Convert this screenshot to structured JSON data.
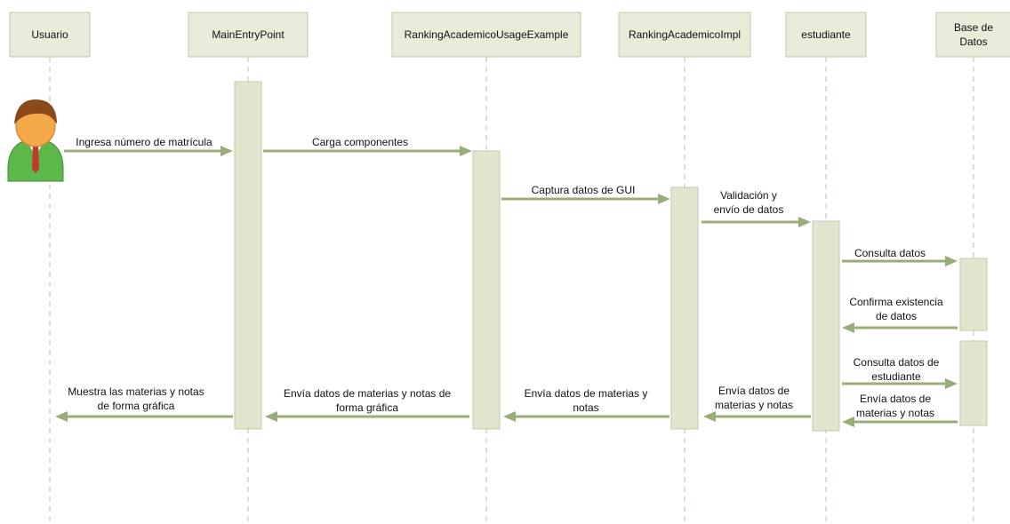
{
  "participants": [
    {
      "id": "usuario",
      "lines": [
        "Usuario"
      ]
    },
    {
      "id": "main-entry-point",
      "lines": [
        "MainEntryPoint"
      ]
    },
    {
      "id": "ranking-usage-example",
      "lines": [
        "RankingAcademicoUsageExample"
      ]
    },
    {
      "id": "ranking-impl",
      "lines": [
        "RankingAcademicoImpl"
      ]
    },
    {
      "id": "estudiante",
      "lines": [
        "estudiante"
      ]
    },
    {
      "id": "base-de-datos",
      "lines": [
        "Base de",
        "Datos"
      ]
    }
  ],
  "actor": {
    "participant": "usuario",
    "icon": "user-person-icon",
    "colors": {
      "skin": "#f5a84a",
      "hair": "#8a4a1a",
      "shirt": "#5cb84a",
      "tie": "#c0392b"
    }
  },
  "messages": [
    {
      "from": "usuario",
      "to": "main-entry-point",
      "lines": [
        "Ingresa número de matrícula"
      ]
    },
    {
      "from": "main-entry-point",
      "to": "ranking-usage-example",
      "lines": [
        "Carga componentes"
      ]
    },
    {
      "from": "ranking-usage-example",
      "to": "ranking-impl",
      "lines": [
        "Captura datos de GUI"
      ]
    },
    {
      "from": "ranking-impl",
      "to": "estudiante",
      "lines": [
        "Validación y",
        "envío de datos"
      ]
    },
    {
      "from": "estudiante",
      "to": "base-de-datos",
      "lines": [
        "Consulta datos"
      ]
    },
    {
      "from": "base-de-datos",
      "to": "estudiante",
      "lines": [
        "Confirma existencia",
        "de datos"
      ]
    },
    {
      "from": "estudiante",
      "to": "base-de-datos",
      "lines": [
        "Consulta datos de",
        "estudiante"
      ]
    },
    {
      "from": "base-de-datos",
      "to": "estudiante",
      "lines": [
        "Envía datos de",
        "materias y notas"
      ]
    },
    {
      "from": "estudiante",
      "to": "ranking-impl",
      "lines": [
        "Envía datos de",
        "materias y notas"
      ]
    },
    {
      "from": "ranking-impl",
      "to": "ranking-usage-example",
      "lines": [
        "Envía datos de materias y",
        "notas"
      ]
    },
    {
      "from": "ranking-usage-example",
      "to": "main-entry-point",
      "lines": [
        "Envía datos de materias y notas de",
        "forma gráfica"
      ]
    },
    {
      "from": "main-entry-point",
      "to": "usuario",
      "lines": [
        "Muestra las materias y notas",
        "de forma gráfica"
      ]
    }
  ],
  "colors": {
    "arrow": "#9aac78",
    "box_fill": "#e9ecdb",
    "box_stroke": "#c3c9a8",
    "activation_fill": "#e2e6cf",
    "lifeline": "#b9bfa3"
  }
}
